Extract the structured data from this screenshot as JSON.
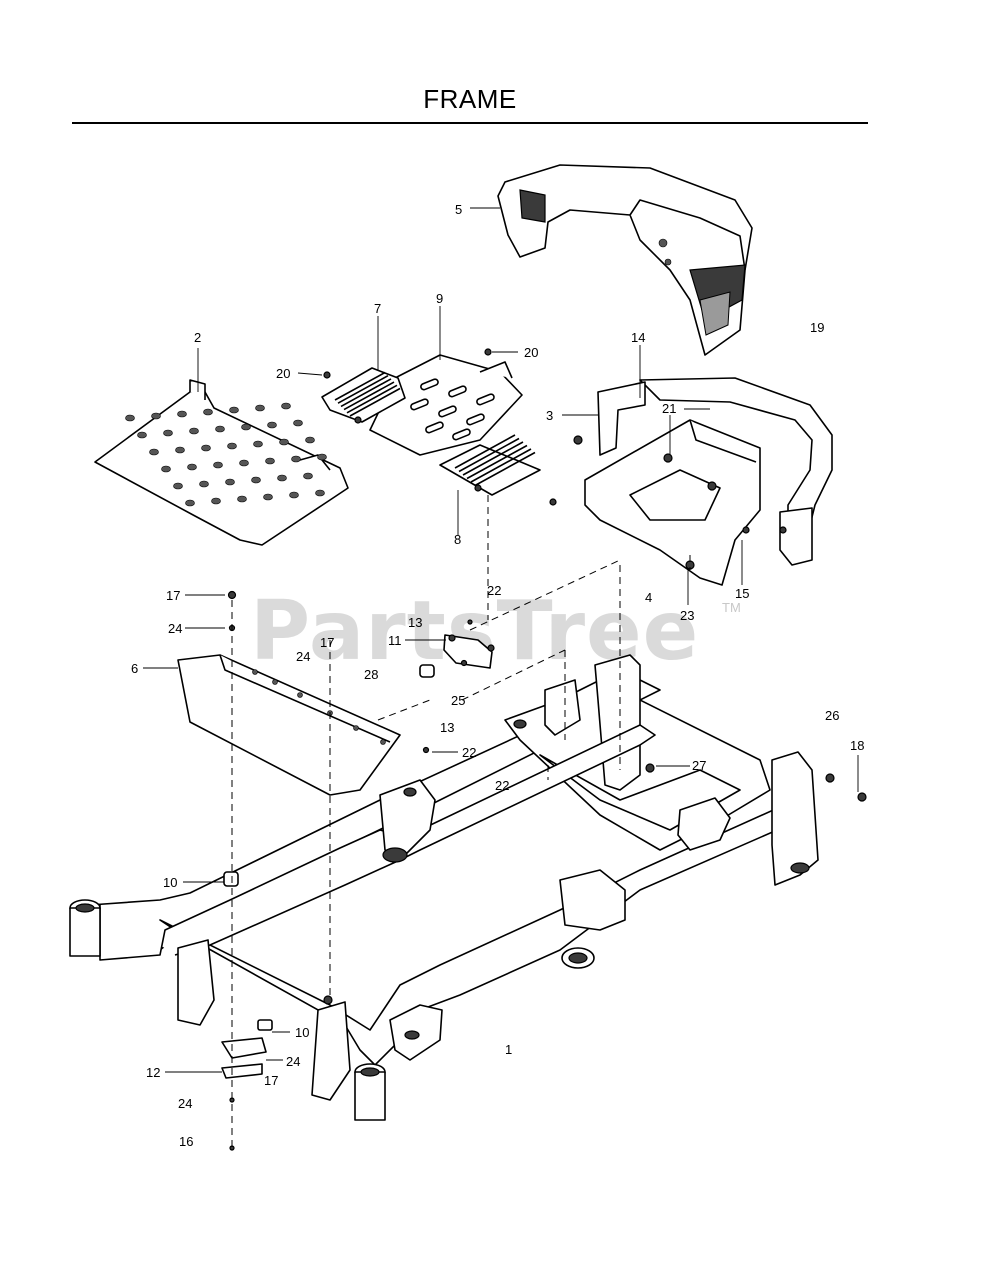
{
  "title": "FRAME",
  "watermark": "PartsTree",
  "watermark_tm": "TM",
  "callouts": [
    "1",
    "2",
    "3",
    "4",
    "5",
    "6",
    "7",
    "8",
    "9",
    "10",
    "10",
    "11",
    "12",
    "13",
    "13",
    "14",
    "15",
    "16",
    "17",
    "17",
    "17",
    "18",
    "19",
    "20",
    "20",
    "21",
    "22",
    "22",
    "22",
    "22",
    "23",
    "24",
    "24",
    "24",
    "24",
    "25",
    "26",
    "27",
    "28"
  ]
}
